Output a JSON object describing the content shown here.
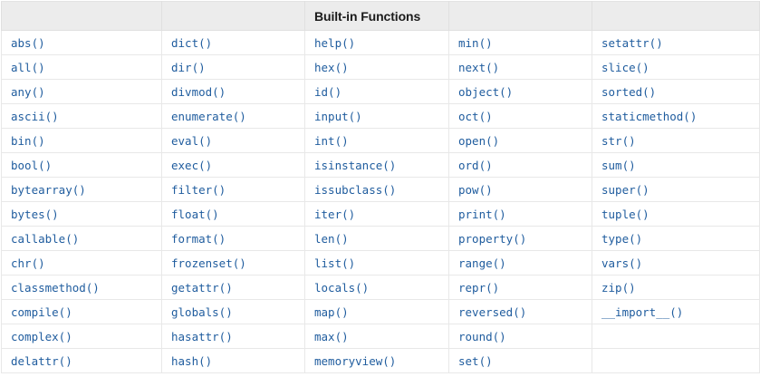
{
  "table": {
    "title": "Built-in Functions",
    "title_column_index": 2,
    "accent_text_color": "#1f5c9e",
    "header_background": "#ececec",
    "header_text_color": "#1b1b1b",
    "border_color": "#e8e8e8",
    "page_background": "#ffffff",
    "column_count": 5,
    "row_count": 14,
    "headers": [
      "",
      "",
      "Built-in Functions",
      "",
      ""
    ],
    "rows": [
      [
        "abs()",
        "dict()",
        "help()",
        "min()",
        "setattr()"
      ],
      [
        "all()",
        "dir()",
        "hex()",
        "next()",
        "slice()"
      ],
      [
        "any()",
        "divmod()",
        "id()",
        "object()",
        "sorted()"
      ],
      [
        "ascii()",
        "enumerate()",
        "input()",
        "oct()",
        "staticmethod()"
      ],
      [
        "bin()",
        "eval()",
        "int()",
        "open()",
        "str()"
      ],
      [
        "bool()",
        "exec()",
        "isinstance()",
        "ord()",
        "sum()"
      ],
      [
        "bytearray()",
        "filter()",
        "issubclass()",
        "pow()",
        "super()"
      ],
      [
        "bytes()",
        "float()",
        "iter()",
        "print()",
        "tuple()"
      ],
      [
        "callable()",
        "format()",
        "len()",
        "property()",
        "type()"
      ],
      [
        "chr()",
        "frozenset()",
        "list()",
        "range()",
        "vars()"
      ],
      [
        "classmethod()",
        "getattr()",
        "locals()",
        "repr()",
        "zip()"
      ],
      [
        "compile()",
        "globals()",
        "map()",
        "reversed()",
        "__import__()"
      ],
      [
        "complex()",
        "hasattr()",
        "max()",
        "round()",
        ""
      ],
      [
        "delattr()",
        "hash()",
        "memoryview()",
        "set()",
        ""
      ]
    ]
  }
}
